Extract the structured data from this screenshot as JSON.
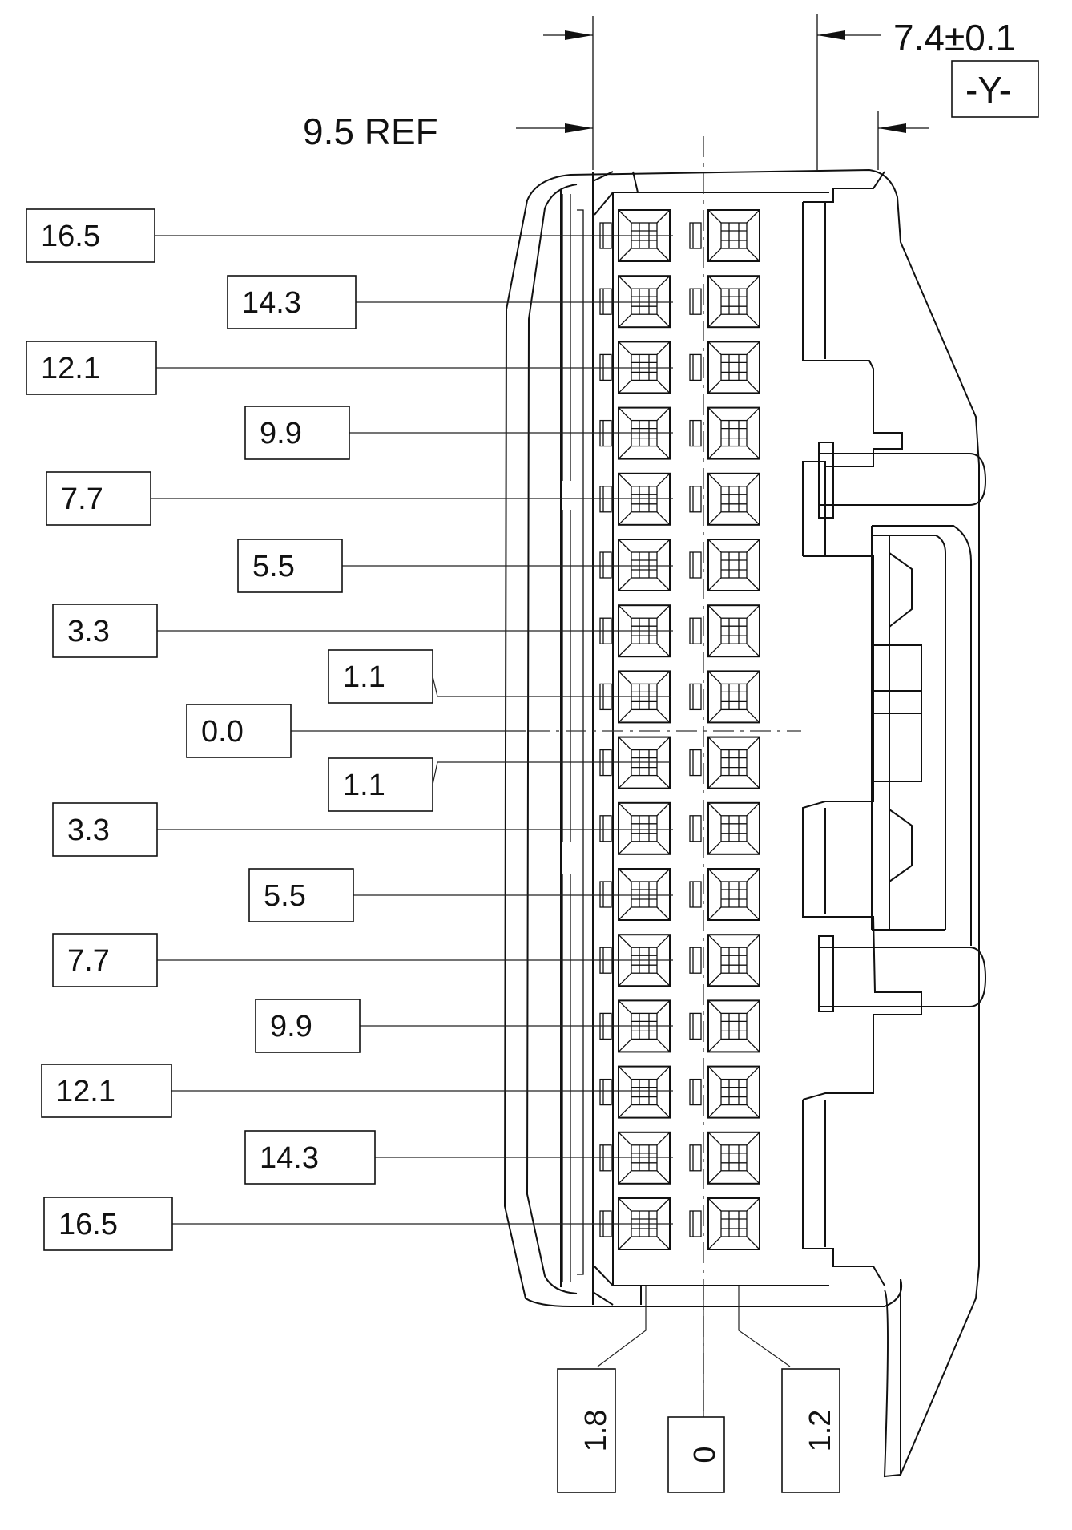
{
  "drawing": {
    "top_dims": {
      "ref_width": "9.5 REF",
      "body_width": "7.4±0.1",
      "datum": "-Y-"
    },
    "left_dims": [
      {
        "label": "16.5"
      },
      {
        "label": "14.3"
      },
      {
        "label": "12.1"
      },
      {
        "label": "9.9"
      },
      {
        "label": "7.7"
      },
      {
        "label": "5.5"
      },
      {
        "label": "3.3"
      },
      {
        "label": "1.1"
      },
      {
        "label": "0.0"
      },
      {
        "label": "1.1"
      },
      {
        "label": "3.3"
      },
      {
        "label": "5.5"
      },
      {
        "label": "7.7"
      },
      {
        "label": "9.9"
      },
      {
        "label": "12.1"
      },
      {
        "label": "14.3"
      },
      {
        "label": "16.5"
      }
    ],
    "bottom_dims": [
      {
        "label": "1.8"
      },
      {
        "label": "0"
      },
      {
        "label": "1.2"
      }
    ],
    "pin_rows": 16,
    "pin_columns": 2,
    "line_color": "#111111"
  }
}
